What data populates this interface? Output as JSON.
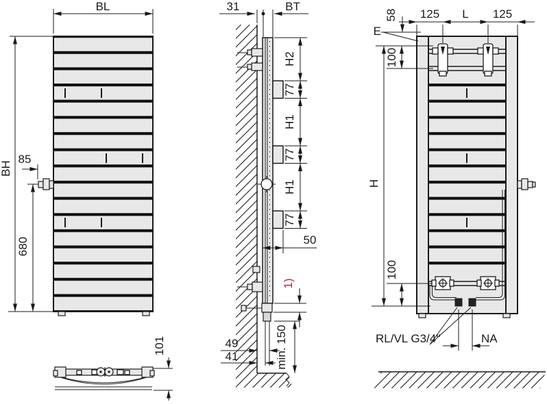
{
  "drawing": {
    "type": "technical-dimension-drawing",
    "subject": "flat-panel towel radiator, mounting and connection dimensions",
    "views": {
      "front": {
        "width_label": "BL",
        "height_label": "BH",
        "valve_offset": "85",
        "valve_to_floor": "680",
        "profile_depth": "101"
      },
      "side": {
        "wall_offset": "31",
        "depth_label": "BT",
        "h2": "H2",
        "rail": "77",
        "h1": "H1",
        "fifty": "50",
        "footnote": "1)",
        "pipe_far": "49",
        "pipe_near": "41",
        "min_clearance": "min. 150"
      },
      "rear": {
        "top_offset": "58",
        "fixing": "E",
        "bracket_margin": "125",
        "bracket_span": "L",
        "hundred": "100",
        "height": "H",
        "connection": "RL/VL G3/4''",
        "nozzle_spacing": "NA"
      }
    },
    "colors": {
      "line": "#1a1a1a",
      "panel_fill": "#e8e8e8",
      "accent": "#a03232",
      "background": "#ffffff"
    }
  }
}
